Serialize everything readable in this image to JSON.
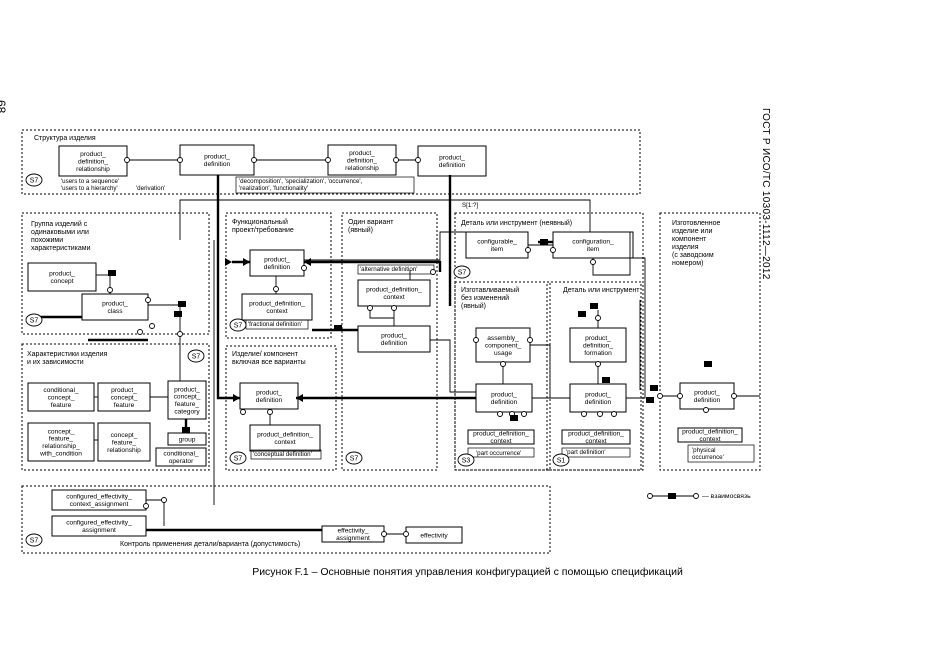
{
  "page": {
    "number": "68",
    "standard": "ГОСТ Р ИСО/ТС 10303-1112—2012",
    "caption": "Рисунок F.1 – Основные понятия управления конфигурацией с помощью спецификаций"
  },
  "regions": [
    {
      "title": [
        "Структура изделия"
      ]
    },
    {
      "title": [
        "Группа изделий с",
        "одинаковыми или",
        "похожими",
        "характеристиками"
      ]
    },
    {
      "title": [
        "Характеристики изделия",
        "и их зависимости"
      ]
    },
    {
      "title": [
        "Функциональный",
        "проект/требование"
      ]
    },
    {
      "title": [
        "Изделие/ компонент",
        "включая все варианты"
      ]
    },
    {
      "title": [
        "Один вариант",
        "(явный)"
      ]
    },
    {
      "title": [
        "Деталь или инструмент (неявный)"
      ]
    },
    {
      "title": [
        "Изготавливаемый",
        "без изменений",
        "(явный)"
      ]
    },
    {
      "title": [
        "Деталь или инструмент"
      ]
    },
    {
      "title": [
        "Изготовленное",
        "изделие или",
        "компонент",
        "изделия",
        "(с заводским",
        "номером)"
      ]
    },
    {
      "title": [
        "Контроль применения детали/варианта (допустимость)"
      ]
    }
  ],
  "entities": [
    {
      "lines": [
        "product_",
        "definition_",
        "relationship"
      ]
    },
    {
      "lines": [
        "product_",
        "definition"
      ]
    },
    {
      "lines": [
        "product_",
        "definition_",
        "relationship"
      ]
    },
    {
      "lines": [
        "product_",
        "definition"
      ]
    },
    {
      "lines": [
        "product_",
        "concept"
      ]
    },
    {
      "lines": [
        "product_",
        "class"
      ]
    },
    {
      "lines": [
        "conditional_",
        "concept_",
        "feature"
      ]
    },
    {
      "lines": [
        "product_",
        "concept_",
        "feature"
      ]
    },
    {
      "lines": [
        "product_",
        "concept_",
        "feature_",
        "category"
      ]
    },
    {
      "lines": [
        "concept_",
        "feature_",
        "relationship_",
        "with_condition"
      ]
    },
    {
      "lines": [
        "concept_",
        "feature_",
        "relationship"
      ]
    },
    {
      "lines": [
        "group"
      ]
    },
    {
      "lines": [
        "conditional_",
        "operator"
      ]
    },
    {
      "lines": [
        "product_",
        "definition"
      ]
    },
    {
      "lines": [
        "product_definition_",
        "context"
      ]
    },
    {
      "lines": [
        "product_",
        "definition"
      ]
    },
    {
      "lines": [
        "product_definition_",
        "context"
      ]
    },
    {
      "lines": [
        "product_definition_",
        "context"
      ]
    },
    {
      "lines": [
        "product_",
        "definition"
      ]
    },
    {
      "lines": [
        "configurable_",
        "item"
      ]
    },
    {
      "lines": [
        "configuration_",
        "item"
      ]
    },
    {
      "lines": [
        "assembly_",
        "component_",
        "usage"
      ]
    },
    {
      "lines": [
        "product_",
        "definition_",
        "formation"
      ]
    },
    {
      "lines": [
        "product_",
        "definition"
      ]
    },
    {
      "lines": [
        "product_",
        "definition"
      ]
    },
    {
      "lines": [
        "product_definition_",
        "context"
      ]
    },
    {
      "lines": [
        "product_definition_",
        "context"
      ]
    },
    {
      "lines": [
        "product_",
        "definition"
      ]
    },
    {
      "lines": [
        "product_definition_",
        "context"
      ]
    },
    {
      "lines": [
        "configured_effectivity_",
        "context_assignment"
      ]
    },
    {
      "lines": [
        "configured_effectivity_",
        "assignment"
      ]
    },
    {
      "lines": [
        "effectivity_",
        "assignment"
      ]
    },
    {
      "lines": [
        "effectivity"
      ]
    }
  ],
  "notes": [
    {
      "text": "'users to a sequence'"
    },
    {
      "text": "'users to a hierarchy'"
    },
    {
      "text": "'derivation'"
    },
    {
      "text": "'decomposition', 'specialization', 'occurrence',"
    },
    {
      "text": "'realization', 'functionality'"
    },
    {
      "text": "'fractional definition'"
    },
    {
      "text": "'conceptual definition'"
    },
    {
      "text": "'alternative definition'"
    },
    {
      "text": "'part occurrence'"
    },
    {
      "text": "'part definition'"
    },
    {
      "text": "'physical"
    },
    {
      "text": "occurrence'"
    },
    {
      "text": "S[1:?]"
    }
  ],
  "badge_label": "S7",
  "badges_alt": [
    "S3",
    "S1"
  ],
  "legend": {
    "label": "— взаимосвязь"
  }
}
